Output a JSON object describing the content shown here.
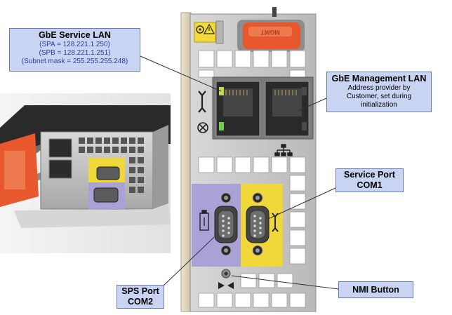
{
  "callouts": {
    "gbe_service_lan": {
      "title": "GbE Service LAN",
      "lines": [
        "(SPA = 128.221.1.250)",
        "(SPB = 128.221.1.251)",
        "(Subnet mask = 255.255.255.248)"
      ]
    },
    "gbe_management_lan": {
      "title": "GbE Management LAN",
      "lines": [
        "Address provider by",
        "Customer, set during",
        "initialization"
      ]
    },
    "service_port": {
      "line1": "Service Port",
      "line2": "COM1"
    },
    "sps_port": {
      "line1": "SPS Port",
      "line2": "COM2"
    },
    "nmi_button": {
      "label": "NMI Button"
    }
  },
  "hardware_text": {
    "handle_logo": "MGMT"
  },
  "colors": {
    "callout_fill": "#c9d3f2",
    "callout_border": "#6c7bb0",
    "callout_subtext": "#2b3fa8",
    "orange_latch": "#e8582e",
    "yellow_panel": "#f0d83a",
    "lavender_panel": "#a8a2d6",
    "sheet_metal": "#c9c9c9"
  },
  "icons": [
    "eject-icon",
    "warning-icon",
    "wrench-icon",
    "no-tool-icon",
    "network-icon",
    "battery-icon",
    "nmi-icon"
  ]
}
